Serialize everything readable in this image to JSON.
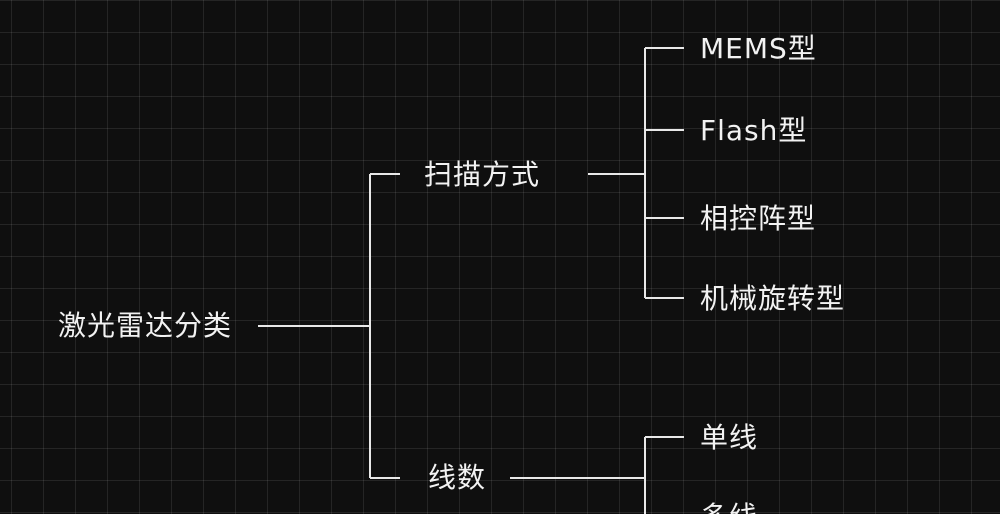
{
  "diagram": {
    "type": "tree",
    "colors": {
      "background": "#0f0f0f",
      "grid": "#2a2a2a",
      "line": "#e8e8e8",
      "text": "#f2f2f2"
    },
    "root": {
      "label": "激光雷达分类",
      "children": [
        {
          "label": "扫描方式",
          "children": [
            {
              "label": "MEMS型"
            },
            {
              "label": "Flash型"
            },
            {
              "label": "相控阵型"
            },
            {
              "label": "机械旋转型"
            }
          ]
        },
        {
          "label": "线数",
          "children": [
            {
              "label": "单线"
            },
            {
              "label": "多线"
            }
          ]
        }
      ]
    }
  }
}
